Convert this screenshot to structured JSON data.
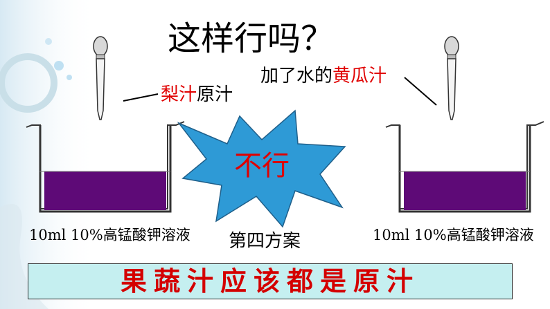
{
  "title": "这样行吗？",
  "left_label": {
    "highlight": "梨汁",
    "rest": "原汁"
  },
  "right_label": {
    "prefix": "加了水的",
    "highlight": "黄瓜汁"
  },
  "burst_text": "不行",
  "left_solution": "10ml  10%高锰酸钾溶液",
  "right_solution": "10ml  10%高锰酸钾溶液",
  "plan_label": "第四方案",
  "conclusion": "果蔬汁应该都是原汁",
  "colors": {
    "accent_red": "#e00000",
    "liquid_purple": "#5e0a77",
    "burst_blue": "#2e9ad6",
    "banner_fill": "#c5eff0"
  }
}
